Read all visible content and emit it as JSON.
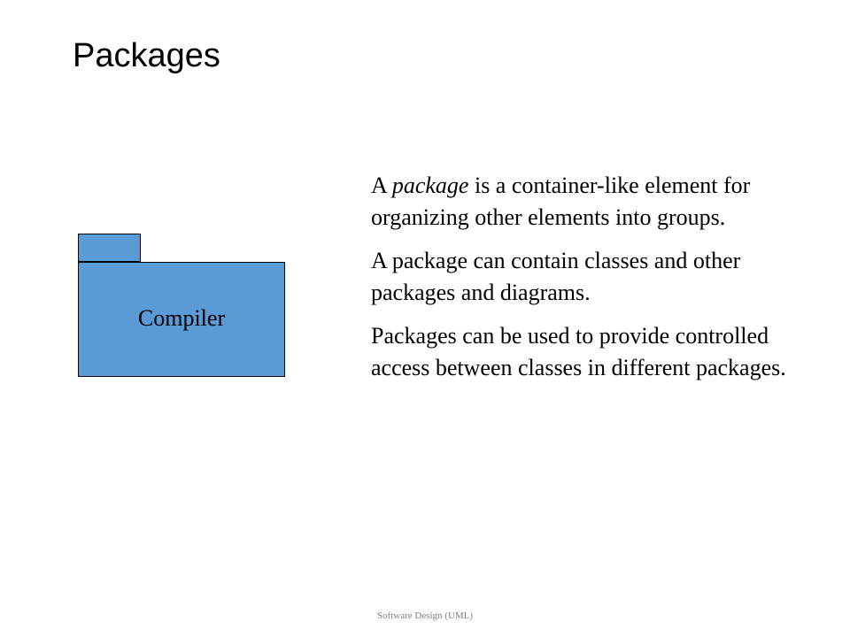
{
  "slide": {
    "title": "Packages",
    "footer": "Software Design (UML)"
  },
  "diagram": {
    "package_name": "Compiler",
    "fill_color": "#5b9bd5",
    "border_color": "#000000"
  },
  "text": {
    "p1_pre": "A ",
    "p1_italic": "package",
    "p1_post": " is a container-like element for organizing other elements into groups.",
    "p2": "A package can contain classes and other packages and diagrams.",
    "p3": "Packages can be used to provide controlled access between classes in different packages."
  }
}
